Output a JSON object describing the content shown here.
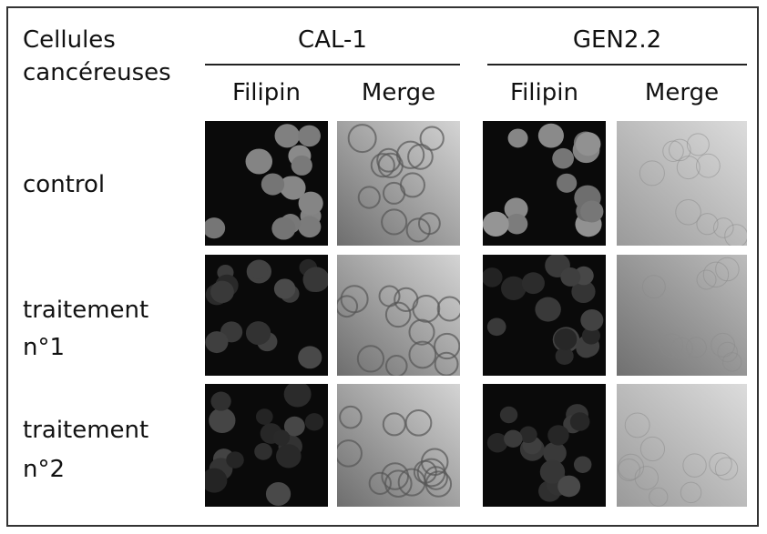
{
  "header": {
    "row_header_line1": "Cellules",
    "row_header_line2": "cancéreuses"
  },
  "cell_lines": [
    {
      "name": "CAL-1",
      "columns": [
        "Filipin",
        "Merge"
      ]
    },
    {
      "name": "GEN2.2",
      "columns": [
        "Filipin",
        "Merge"
      ]
    }
  ],
  "rows": [
    {
      "label_line1": "control",
      "label_line2": "",
      "filipin_intensity": "high"
    },
    {
      "label_line1": "traitement",
      "label_line2": "n°1",
      "filipin_intensity": "low"
    },
    {
      "label_line1": "traitement",
      "label_line2": "n°2",
      "filipin_intensity": "low"
    }
  ]
}
